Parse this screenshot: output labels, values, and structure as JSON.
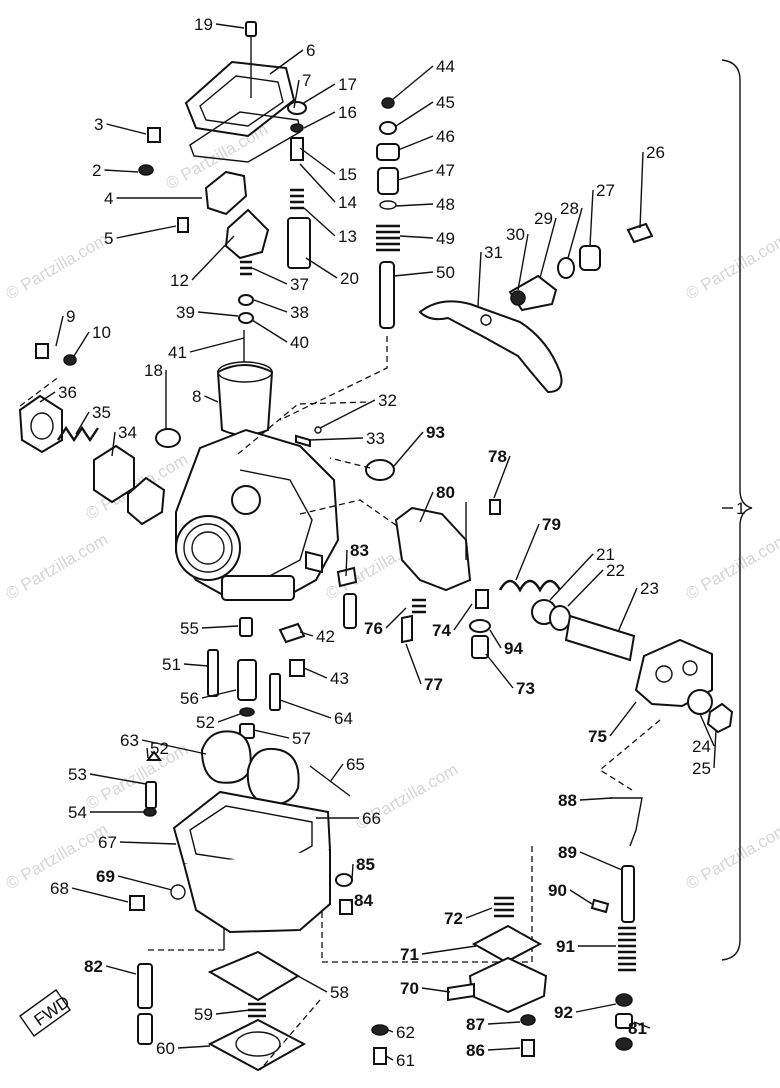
{
  "diagram": {
    "parts": [
      {
        "num": "1",
        "bold": false
      },
      {
        "num": "2",
        "bold": false
      },
      {
        "num": "3",
        "bold": false
      },
      {
        "num": "4",
        "bold": false
      },
      {
        "num": "5",
        "bold": false
      },
      {
        "num": "6",
        "bold": false
      },
      {
        "num": "7",
        "bold": false
      },
      {
        "num": "8",
        "bold": false
      },
      {
        "num": "9",
        "bold": false
      },
      {
        "num": "10",
        "bold": false
      },
      {
        "num": "12",
        "bold": false
      },
      {
        "num": "13",
        "bold": false
      },
      {
        "num": "14",
        "bold": false
      },
      {
        "num": "15",
        "bold": false
      },
      {
        "num": "16",
        "bold": false
      },
      {
        "num": "17",
        "bold": false
      },
      {
        "num": "18",
        "bold": false
      },
      {
        "num": "19",
        "bold": false
      },
      {
        "num": "20",
        "bold": false
      },
      {
        "num": "21",
        "bold": false
      },
      {
        "num": "22",
        "bold": false
      },
      {
        "num": "23",
        "bold": false
      },
      {
        "num": "24",
        "bold": false
      },
      {
        "num": "25",
        "bold": false
      },
      {
        "num": "26",
        "bold": false
      },
      {
        "num": "27",
        "bold": false
      },
      {
        "num": "28",
        "bold": false
      },
      {
        "num": "29",
        "bold": false
      },
      {
        "num": "30",
        "bold": false
      },
      {
        "num": "31",
        "bold": false
      },
      {
        "num": "32",
        "bold": false
      },
      {
        "num": "33",
        "bold": false
      },
      {
        "num": "34",
        "bold": false
      },
      {
        "num": "35",
        "bold": false
      },
      {
        "num": "36",
        "bold": false
      },
      {
        "num": "37",
        "bold": false
      },
      {
        "num": "38",
        "bold": false
      },
      {
        "num": "39",
        "bold": false
      },
      {
        "num": "40",
        "bold": false
      },
      {
        "num": "41",
        "bold": false
      },
      {
        "num": "42",
        "bold": false
      },
      {
        "num": "43",
        "bold": false
      },
      {
        "num": "44",
        "bold": false
      },
      {
        "num": "45",
        "bold": false
      },
      {
        "num": "46",
        "bold": false
      },
      {
        "num": "47",
        "bold": false
      },
      {
        "num": "48",
        "bold": false
      },
      {
        "num": "49",
        "bold": false
      },
      {
        "num": "50",
        "bold": false
      },
      {
        "num": "51",
        "bold": false
      },
      {
        "num": "52",
        "bold": false
      },
      {
        "num": "52",
        "bold": false
      },
      {
        "num": "53",
        "bold": false
      },
      {
        "num": "54",
        "bold": false
      },
      {
        "num": "55",
        "bold": false
      },
      {
        "num": "56",
        "bold": false
      },
      {
        "num": "57",
        "bold": false
      },
      {
        "num": "58",
        "bold": false
      },
      {
        "num": "59",
        "bold": false
      },
      {
        "num": "60",
        "bold": false
      },
      {
        "num": "61",
        "bold": false
      },
      {
        "num": "62",
        "bold": false
      },
      {
        "num": "63",
        "bold": false
      },
      {
        "num": "64",
        "bold": false
      },
      {
        "num": "65",
        "bold": false
      },
      {
        "num": "66",
        "bold": false
      },
      {
        "num": "67",
        "bold": false
      },
      {
        "num": "68",
        "bold": false
      },
      {
        "num": "69",
        "bold": true
      },
      {
        "num": "70",
        "bold": true
      },
      {
        "num": "71",
        "bold": true
      },
      {
        "num": "72",
        "bold": true
      },
      {
        "num": "73",
        "bold": true
      },
      {
        "num": "74",
        "bold": true
      },
      {
        "num": "75",
        "bold": true
      },
      {
        "num": "76",
        "bold": true
      },
      {
        "num": "77",
        "bold": true
      },
      {
        "num": "78",
        "bold": true
      },
      {
        "num": "79",
        "bold": true
      },
      {
        "num": "80",
        "bold": true
      },
      {
        "num": "81",
        "bold": true
      },
      {
        "num": "82",
        "bold": true
      },
      {
        "num": "83",
        "bold": true
      },
      {
        "num": "84",
        "bold": true
      },
      {
        "num": "85",
        "bold": true
      },
      {
        "num": "86",
        "bold": true
      },
      {
        "num": "87",
        "bold": true
      },
      {
        "num": "88",
        "bold": true
      },
      {
        "num": "89",
        "bold": true
      },
      {
        "num": "90",
        "bold": true
      },
      {
        "num": "91",
        "bold": true
      },
      {
        "num": "92",
        "bold": true
      },
      {
        "num": "93",
        "bold": true
      },
      {
        "num": "94",
        "bold": true
      },
      {
        "num": "1",
        "bold": false
      }
    ],
    "fwd_label": "FWD",
    "watermark": "© Partzilla.com",
    "colors": {
      "ink": "#111111",
      "background": "#ffffff",
      "watermark": "#c9c9c9"
    }
  }
}
